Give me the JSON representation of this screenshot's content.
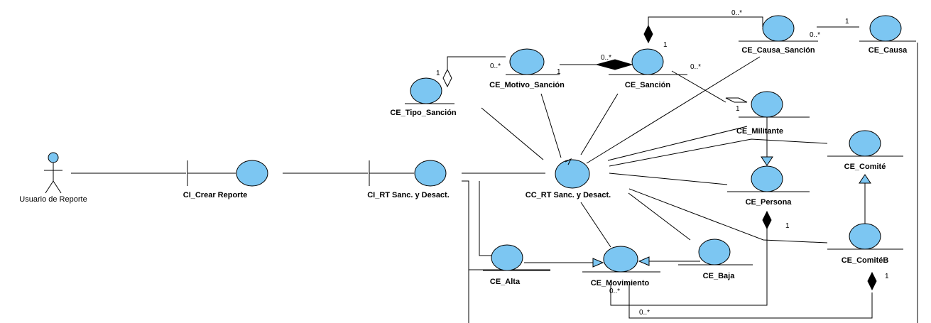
{
  "actor": {
    "label": "Usuario de Reporte"
  },
  "classes": {
    "ci_crear_reporte": "CI_Crear Reporte",
    "ci_rt": "CI_RT Sanc. y Desact.",
    "cc_rt": "CC_RT Sanc. y Desact.",
    "ce_tipo_sancion": "CE_Tipo_Sanción",
    "ce_motivo_sancion": "CE_Motivo_Sanción",
    "ce_sancion": "CE_Sanción",
    "ce_causa_sancion": "CE_Causa_Sanción",
    "ce_causa": "CE_Causa",
    "ce_militante": "CE_Militante",
    "ce_comite": "CE_Comité",
    "ce_persona": "CE_Persona",
    "ce_comiteb": "CE_ComitéB",
    "ce_alta": "CE_Alta",
    "ce_movimiento": "CE_Movimiento",
    "ce_baja": "CE_Baja"
  },
  "multiplicities": {
    "causa_sancion_top": "0..*",
    "sancion_comp_1": "1",
    "causa_1": "1",
    "causa_sancion_0": "0..*",
    "motivo_left": "0..*",
    "motivo_right": "1",
    "sancion_left": "0..*",
    "tipo_1": "1",
    "sancion_right": "0..*",
    "militante_1": "1",
    "persona_1": "1",
    "comiteb_1": "1",
    "mov_0": "0..*",
    "mov_0b": "0..*"
  },
  "colors": {
    "entity_fill": "#7cc6f2",
    "line": "#000000"
  }
}
